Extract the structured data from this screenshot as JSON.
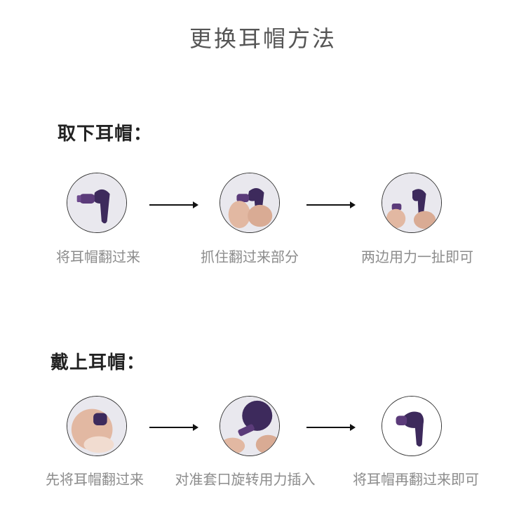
{
  "title": "更换耳帽方法",
  "sections": [
    {
      "heading": "取下耳帽：",
      "steps": [
        {
          "caption": "将耳帽翻过来"
        },
        {
          "caption": "抓住翻过来部分"
        },
        {
          "caption": "两边用力一扯即可"
        }
      ]
    },
    {
      "heading": "戴上耳帽：",
      "steps": [
        {
          "caption": "先将耳帽翻过来"
        },
        {
          "caption": "对准套口旋转用力插入"
        },
        {
          "caption": "将耳帽再翻过来即可"
        }
      ]
    }
  ],
  "colors": {
    "earbud": "#3d2a5c",
    "eartip": "#5b3b7a",
    "photo_bg": "#e9e8ee",
    "skin": "#e2b8a2"
  },
  "icons": [
    "arrow-right-icon"
  ]
}
